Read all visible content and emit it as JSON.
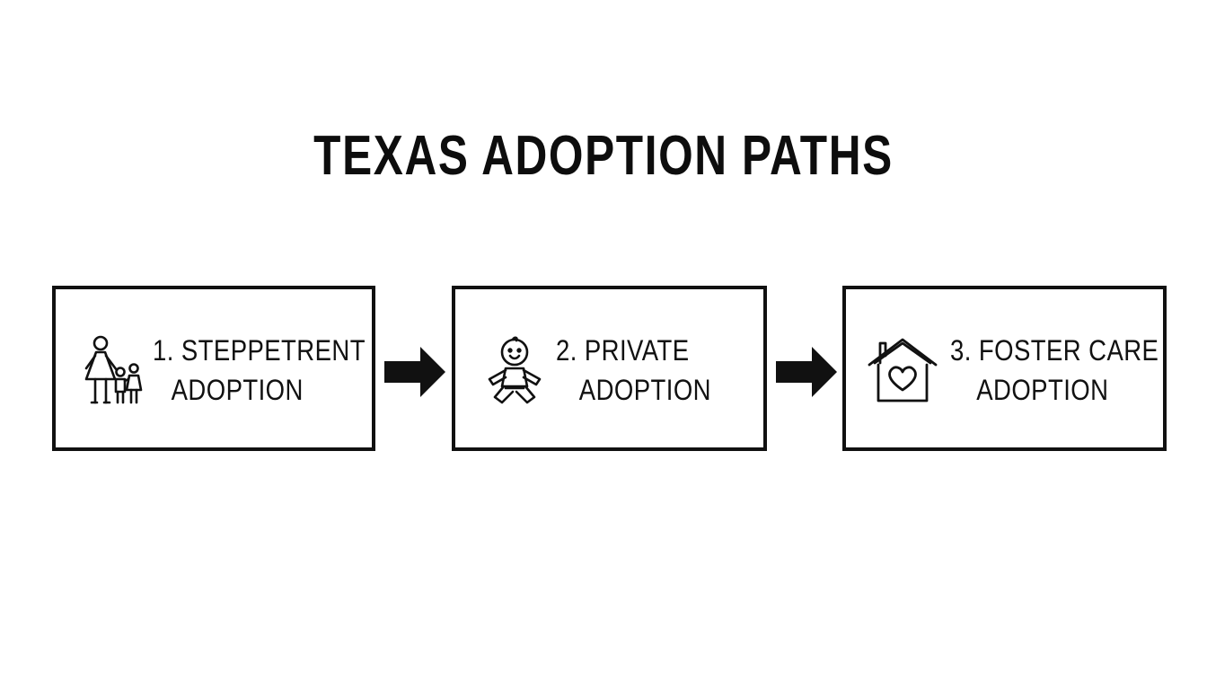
{
  "diagram": {
    "title": "TEXAS ADOPTION PATHS",
    "steps": [
      {
        "line1": "1. STEPPETRENT",
        "line2": "ADOPTION",
        "icon": "parent-with-children-icon"
      },
      {
        "line1": "2. PRIVATE",
        "line2": "ADOPTION",
        "icon": "baby-icon"
      },
      {
        "line1": "3. FOSTER CARE",
        "line2": "ADOPTION",
        "icon": "house-heart-icon"
      }
    ],
    "connectors": [
      {
        "from": 1,
        "to": 2,
        "icon": "arrow-right-icon"
      },
      {
        "from": 2,
        "to": 3,
        "icon": "arrow-right-icon"
      }
    ],
    "colors": {
      "background": "#ffffff",
      "ink": "#111111"
    }
  }
}
